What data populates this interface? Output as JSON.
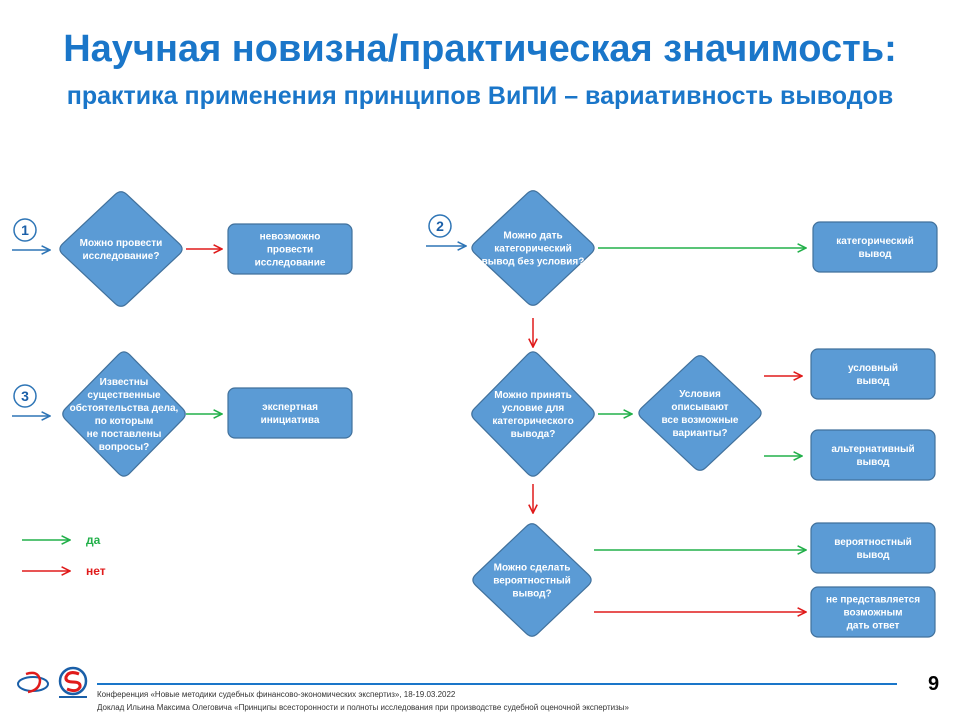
{
  "title": "Научная новизна/практическая значимость:",
  "subtitle": "практика применения принципов ВиПИ – вариативность выводов",
  "numbers": [
    "1",
    "2",
    "3"
  ],
  "nodes": {
    "d1": [
      "Можно провести",
      "исследование?"
    ],
    "r1": [
      "невозможно",
      "провести",
      "исследование"
    ],
    "d3": [
      "Известны",
      "существенные",
      "обстоятельства дела,",
      "по которым",
      "не поставлены",
      "вопросы?"
    ],
    "r3": [
      "экспертная",
      "инициатива"
    ],
    "d2a": [
      "Можно дать",
      "категорический",
      "вывод без условия?"
    ],
    "r2a": [
      "категорический",
      "вывод"
    ],
    "d2b": [
      "Можно принять",
      "условие для",
      "категорического",
      "вывода?"
    ],
    "d2c": [
      "Условия",
      "описывают",
      "все возможные",
      "варианты?"
    ],
    "r2c1": [
      "условный",
      "вывод"
    ],
    "r2c2": [
      "альтернативный",
      "вывод"
    ],
    "d2d": [
      "Можно сделать",
      "вероятностный",
      "вывод?"
    ],
    "r2d1": [
      "вероятностный",
      "вывод"
    ],
    "r2d2": [
      "не представляется",
      "возможным",
      "дать ответ"
    ]
  },
  "legend": {
    "yes": "да",
    "no": "нет"
  },
  "colors": {
    "shape": "#5b9bd5",
    "shape_stroke": "#41719c",
    "yes": "#22b04a",
    "no": "#e01b1b",
    "entry": "#2e75b6",
    "title": "#1a76c9"
  },
  "footer": {
    "line1": "Конференция «Новые методики судебных финансово-экономических экспертиз», 18-19.03.2022",
    "line2": "Доклад Ильина Максима Олеговича «Принципы всесторонности и полноты исследования при производстве судебной оценочной экспертизы»"
  },
  "page_number": "9"
}
